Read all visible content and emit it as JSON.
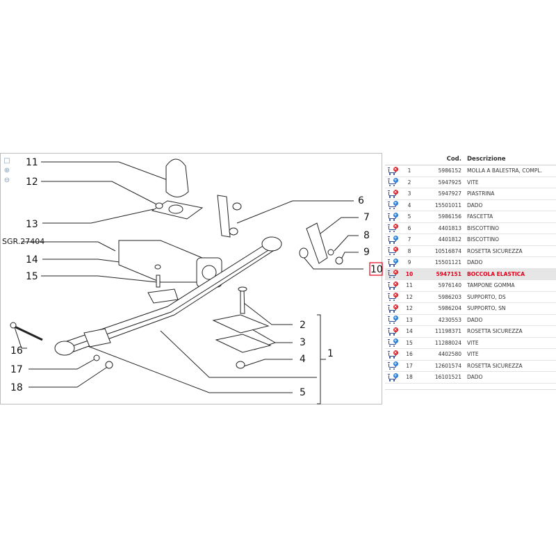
{
  "diagram": {
    "reference": "SGR.27404",
    "callouts": [
      "1",
      "2",
      "3",
      "4",
      "5",
      "6",
      "7",
      "8",
      "9",
      "10",
      "11",
      "12",
      "13",
      "14",
      "15",
      "16",
      "17",
      "18"
    ],
    "highlight_callout": "10",
    "highlight_color": "#e3001b"
  },
  "tools": {
    "icons": [
      "select-icon",
      "zoom-in-icon",
      "zoom-out-icon"
    ]
  },
  "table": {
    "headers": {
      "icon": "",
      "pos": "",
      "cod": "Cod.",
      "desc": "Descrizione"
    },
    "rows": [
      {
        "icon": "remove-from-cart",
        "pos": "1",
        "cod": "5986152",
        "desc": "MOLLA A BALESTRA, COMPL."
      },
      {
        "icon": "add-to-cart",
        "pos": "2",
        "cod": "5947925",
        "desc": "VITE"
      },
      {
        "icon": "remove-from-cart",
        "pos": "3",
        "cod": "5947927",
        "desc": "PIASTRINA"
      },
      {
        "icon": "add-to-cart",
        "pos": "4",
        "cod": "15501011",
        "desc": "DADO"
      },
      {
        "icon": "add-to-cart",
        "pos": "5",
        "cod": "5986156",
        "desc": "FASCETTA"
      },
      {
        "icon": "remove-from-cart",
        "pos": "6",
        "cod": "4401813",
        "desc": "BISCOTTINO"
      },
      {
        "icon": "add-to-cart",
        "pos": "7",
        "cod": "4401812",
        "desc": "BISCOTTINO"
      },
      {
        "icon": "remove-from-cart",
        "pos": "8",
        "cod": "10516874",
        "desc": "ROSETTA SICUREZZA"
      },
      {
        "icon": "add-to-cart",
        "pos": "9",
        "cod": "15501121",
        "desc": "DADO"
      },
      {
        "icon": "remove-from-cart",
        "pos": "10",
        "cod": "5947151",
        "desc": "BOCCOLA ELASTICA",
        "selected": true
      },
      {
        "icon": "remove-from-cart",
        "pos": "11",
        "cod": "5976140",
        "desc": "TAMPONE GOMMA"
      },
      {
        "icon": "remove-from-cart",
        "pos": "12",
        "cod": "5986203",
        "desc": "SUPPORTO, DS"
      },
      {
        "icon": "remove-from-cart",
        "pos": "12",
        "cod": "5986204",
        "desc": "SUPPORTO, SN"
      },
      {
        "icon": "add-to-cart",
        "pos": "13",
        "cod": "4230553",
        "desc": "DADO"
      },
      {
        "icon": "remove-from-cart",
        "pos": "14",
        "cod": "11198371",
        "desc": "ROSETTA SICUREZZA"
      },
      {
        "icon": "add-to-cart",
        "pos": "15",
        "cod": "11288024",
        "desc": "VITE"
      },
      {
        "icon": "remove-from-cart",
        "pos": "16",
        "cod": "4402580",
        "desc": "VITE"
      },
      {
        "icon": "add-to-cart",
        "pos": "17",
        "cod": "12601574",
        "desc": "ROSETTA SICUREZZA"
      },
      {
        "icon": "add-to-cart",
        "pos": "18",
        "cod": "16101521",
        "desc": "DADO"
      }
    ]
  }
}
